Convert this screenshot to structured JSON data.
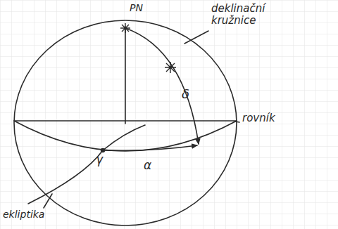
{
  "diagram": {
    "labels": [
      "PN",
      "deklinační kružnice",
      "δ",
      "rovník",
      "γ",
      "α",
      "ekliptika"
    ]
  }
}
